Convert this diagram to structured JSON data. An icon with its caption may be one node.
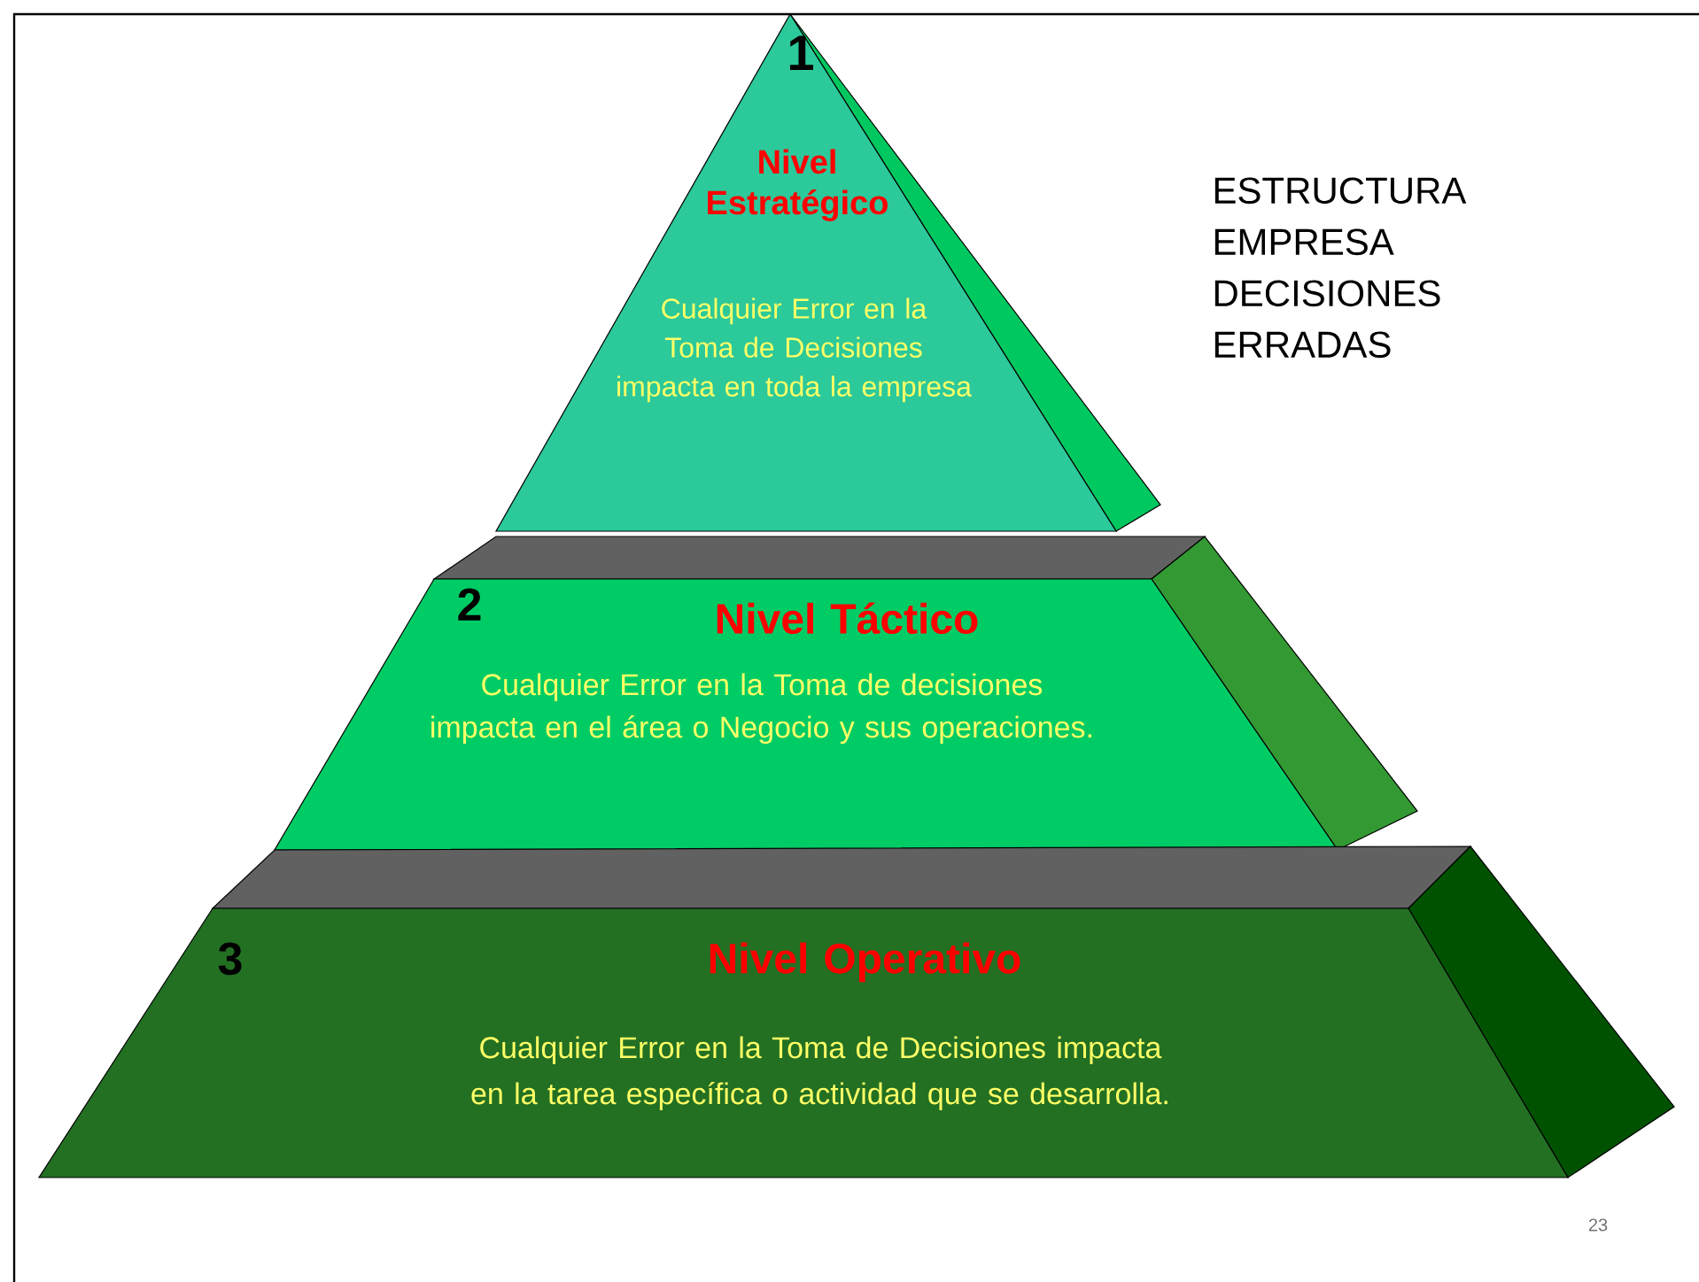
{
  "diagram": {
    "nodes": [
      {
        "text": [
          "1",
          "Nivel Estratégico",
          "Cualquier Error en la Toma de Decisiones impacta en toda la empresa"
        ]
      },
      {
        "text": [
          "2",
          "Nivel Táctico",
          "Cualquier Error en la Toma de decisiones impacta en el área o Negocio y sus operaciones."
        ]
      },
      {
        "text": [
          "3",
          "Nivel Operativo",
          "Cualquier Error en la Toma de Decisiones impacta en la tarea específica o actividad que se desarrolla."
        ]
      }
    ],
    "labels": [
      "ESTRUCTURA EMPRESA DECISIONES ERRADAS",
      "23"
    ]
  }
}
